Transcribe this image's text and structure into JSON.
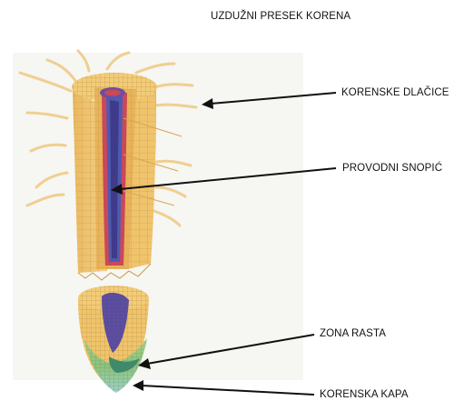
{
  "title": "UZDUŽNI PRESEK KORENA",
  "labels": {
    "root_hairs": "KORENSKE DLAČICE",
    "vascular_bundle": "PROVODNI SNOPIĆ",
    "growth_zone": "ZONA RASTA",
    "root_cap": "KORENSKA KAPA"
  },
  "colors": {
    "cortex": "#efc46c",
    "cortex_shadow": "#d9a64e",
    "cap_green": "#8fc27a",
    "vascular_red": "#c9485a",
    "vascular_blue": "#4d5bb0",
    "core_purple": "#5b4aa0",
    "arrow": "#111111"
  }
}
